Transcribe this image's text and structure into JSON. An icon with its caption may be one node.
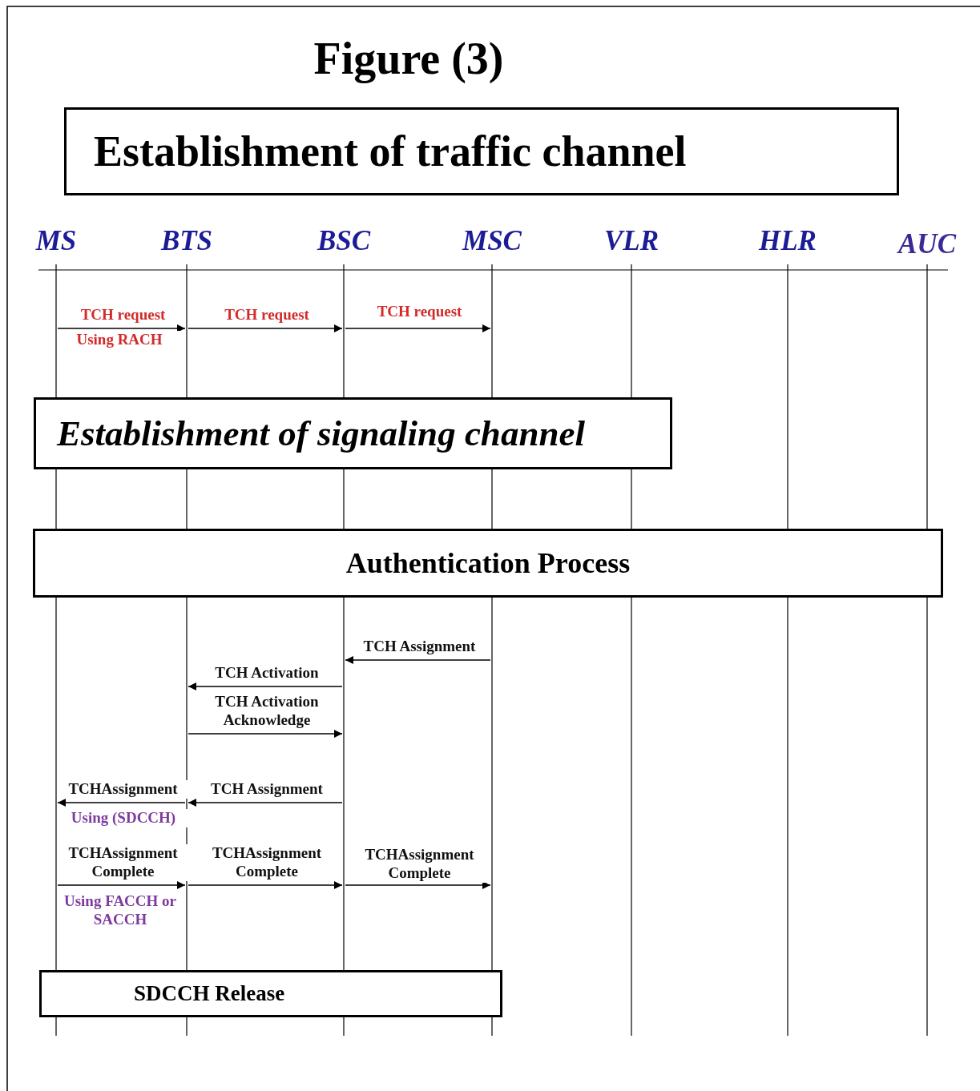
{
  "diagram": {
    "title": "Figure (3)",
    "nodes": [
      {
        "text": [
          "Establishment of traffic channel"
        ]
      },
      {
        "text": [
          "MS"
        ]
      },
      {
        "text": [
          "BTS"
        ]
      },
      {
        "text": [
          "BSC"
        ]
      },
      {
        "text": [
          "MSC"
        ]
      },
      {
        "text": [
          "VLR"
        ]
      },
      {
        "text": [
          "HLR"
        ]
      },
      {
        "text": [
          "AUC"
        ]
      },
      {
        "text": [],
        "shape": "bar"
      },
      {
        "text": [],
        "shape": "bar"
      },
      {
        "text": [],
        "shape": "bar"
      },
      {
        "text": [],
        "shape": "bar"
      },
      {
        "text": [],
        "shape": "bar"
      },
      {
        "text": [],
        "shape": "bar"
      },
      {
        "text": [],
        "shape": "bar"
      },
      {
        "text": [
          "Establishment of signaling channel"
        ]
      },
      {
        "text": [
          "Authentication Process"
        ]
      },
      {
        "text": [
          "SDCCH Release"
        ]
      }
    ],
    "edges": [
      {
        "from": 8,
        "to": 9,
        "arrow": "to",
        "label": "TCH request"
      },
      {
        "from": 9,
        "to": 10,
        "arrow": "to",
        "label": "TCH request"
      },
      {
        "from": 10,
        "to": 11,
        "arrow": "to",
        "label": "TCH request"
      },
      {
        "from": 11,
        "to": 10,
        "arrow": "to",
        "label": "TCH Assignment"
      },
      {
        "from": 10,
        "to": 9,
        "arrow": "to",
        "label": "TCH Activation"
      },
      {
        "from": 9,
        "to": 10,
        "arrow": "to",
        "label": "TCH Activation Acknowledge"
      },
      {
        "from": 10,
        "to": 9,
        "arrow": "to",
        "label": "TCH Assignment"
      },
      {
        "from": 9,
        "to": 8,
        "arrow": "to",
        "label": "TCHAssignment"
      },
      {
        "from": 8,
        "to": 9,
        "arrow": "to",
        "label": "TCHAssignment Complete"
      },
      {
        "from": 9,
        "to": 10,
        "arrow": "to",
        "label": "TCHAssignment Complete"
      },
      {
        "from": 10,
        "to": 11,
        "arrow": "to",
        "label": "TCHAssignment Complete"
      }
    ],
    "labels": [
      "Using RACH",
      "Using (SDCCH)",
      "Using FACCH or SACCH"
    ]
  }
}
